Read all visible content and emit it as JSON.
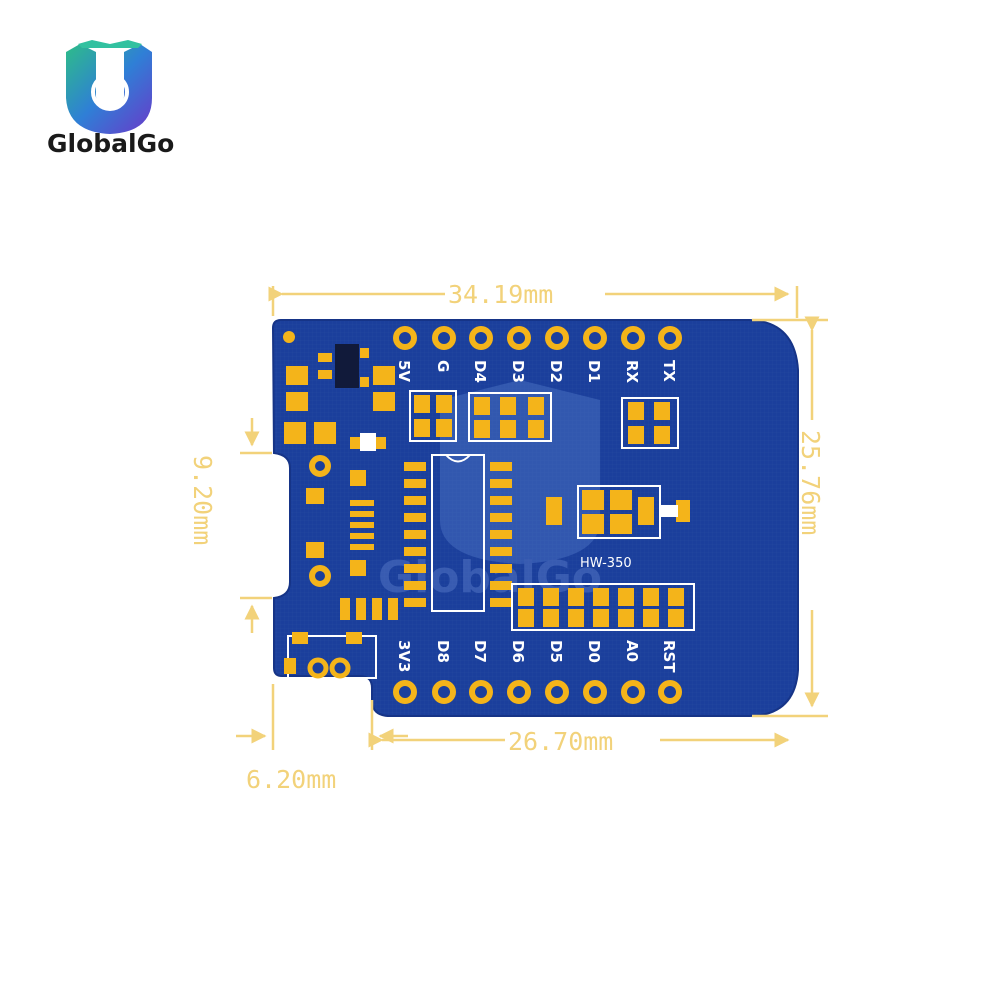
{
  "brand": {
    "name": "GlobalGo",
    "watermark": "GlobalGo"
  },
  "dimensions": {
    "top_width": "34.19mm",
    "right_height": "25.76mm",
    "left_notch": "9.20mm",
    "bottom_width": "26.70mm",
    "bottom_left_offset": "6.20mm"
  },
  "board": {
    "model": "HW-350",
    "top_pins": [
      "5V",
      "G",
      "D4",
      "D3",
      "D2",
      "D1",
      "RX",
      "TX"
    ],
    "bottom_pins": [
      "3V3",
      "D8",
      "D7",
      "D6",
      "D5",
      "D0",
      "A0",
      "RST"
    ]
  },
  "colors": {
    "pcb": "#1b3f9c",
    "pad": "#f4b41a",
    "dimension": "#f2d27a",
    "silkscreen": "#ffffff"
  }
}
